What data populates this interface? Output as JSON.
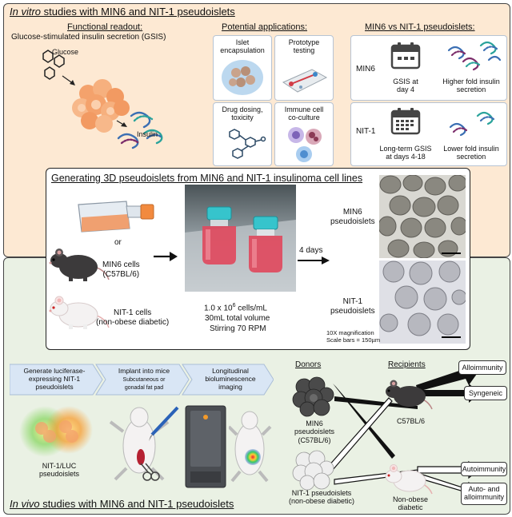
{
  "in_vitro": {
    "title_em": "In vitro",
    "title_rest": " studies with MIN6 and NIT-1 pseudoislets",
    "readout_title": "Functional readout:",
    "readout_desc": "Glucose-stimulated insulin secretion (GSIS)",
    "glucose_label": "Glucose",
    "insulin_label": "Insulin",
    "applications_title": "Potential applications:",
    "applications": [
      {
        "label_1": "Islet",
        "label_2": "encapsulation"
      },
      {
        "label_1": "Prototype",
        "label_2": "testing"
      },
      {
        "label_1": "Drug dosing,",
        "label_2": "toxicity"
      },
      {
        "label_1": "Immune cell",
        "label_2": "co-culture"
      }
    ],
    "comparison_title": "MIN6 vs NIT-1 pseudoislets:",
    "min6": {
      "row_label": "MIN6",
      "gsis_1": "GSIS at",
      "gsis_2": "day 4",
      "fold_1": "Higher fold insulin",
      "fold_2": "secretion"
    },
    "nit1": {
      "row_label": "NIT-1",
      "gsis_1": "Long-term GSIS",
      "gsis_2": "at days 4-18",
      "fold_1": "Lower fold insulin",
      "fold_2": "secretion"
    }
  },
  "generation": {
    "title": "Generating 3D pseudoislets from MIN6 and NIT-1 insulinoma cell lines",
    "min6_cells_1": "MIN6 cells",
    "min6_cells_2": "(C57BL/6)",
    "or_label": "or",
    "nit1_cells_1": "NIT-1 cells",
    "nit1_cells_2": "(non-obese diabetic)",
    "density_base": "1.0 x 10",
    "density_exp": "6",
    "density_unit": " cells/mL",
    "volume": "30mL total volume",
    "stirring": "Stirring 70 RPM",
    "duration": "4 days",
    "min6_pi_1": "MIN6",
    "min6_pi_2": "pseudoislets",
    "nit1_pi_1": "NIT-1",
    "nit1_pi_2": "pseudoislets",
    "magnification": "10X magnification",
    "scale": "Scale bars = 150µm"
  },
  "in_vivo": {
    "title_em": "In vivo",
    "title_rest": " studies with MIN6 and NIT-1 pseudoislets",
    "steps": [
      {
        "line_1": "Generate luciferase-",
        "line_2": "expressing NIT-1",
        "line_3": "pseudoislets"
      },
      {
        "line_1": "Implant into mice",
        "sub_1": "Subcutaneous or",
        "sub_2": "gonadal fat pad"
      },
      {
        "line_1": "Longitudinal",
        "line_2": "bioluminescence",
        "line_3": "imaging"
      }
    ],
    "nit1_luc_1": "NIT-1/LUC",
    "nit1_luc_2": "pseudoislets",
    "donors_title": "Donors",
    "recipients_title": "Recipients",
    "min6_donor_1": "MIN6",
    "min6_donor_2": "pseudoislets",
    "min6_donor_3": "(C57BL/6)",
    "nit1_donor_1": "NIT-1 pseudoislets",
    "nit1_donor_2": "(non-obese diabetic)",
    "c57_label": "C57BL/6",
    "nod_1": "Non-obese",
    "nod_2": "diabetic",
    "outcomes": [
      "Alloimmunity",
      "Syngeneic",
      "Autoimmunity"
    ],
    "outcome_last_1": "Auto- and",
    "outcome_last_2": "alloimmunity"
  },
  "colors": {
    "top_panel": "#fde9d3",
    "bottom_panel": "#eaf1e4",
    "card_border": "#b7c4d4"
  }
}
